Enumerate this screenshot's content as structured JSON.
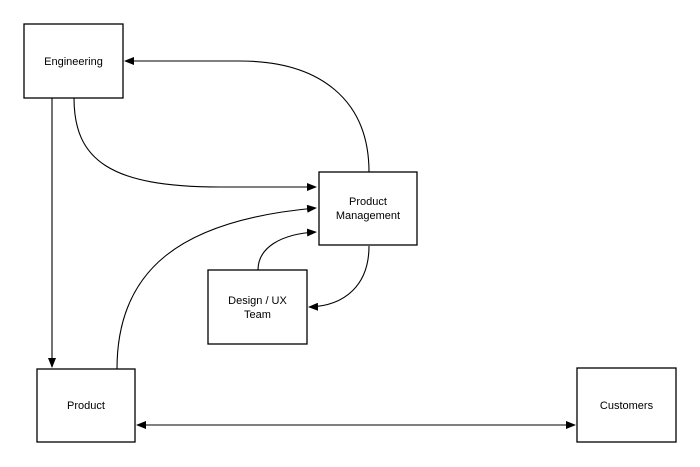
{
  "diagram": {
    "nodes": {
      "engineering": {
        "label": "Engineering"
      },
      "product_management": {
        "label_line1": "Product",
        "label_line2": "Management"
      },
      "design_ux": {
        "label_line1": "Design / UX",
        "label_line2": "Team"
      },
      "product": {
        "label": "Product"
      },
      "customers": {
        "label": "Customers"
      }
    },
    "edges": [
      {
        "from": "engineering",
        "to": "product"
      },
      {
        "from": "engineering",
        "to": "product_management"
      },
      {
        "from": "product_management",
        "to": "engineering"
      },
      {
        "from": "product",
        "to": "product_management"
      },
      {
        "from": "design_ux",
        "to": "product_management"
      },
      {
        "from": "product_management",
        "to": "design_ux"
      },
      {
        "from": "product",
        "to": "customers",
        "bidirectional": true
      }
    ]
  }
}
